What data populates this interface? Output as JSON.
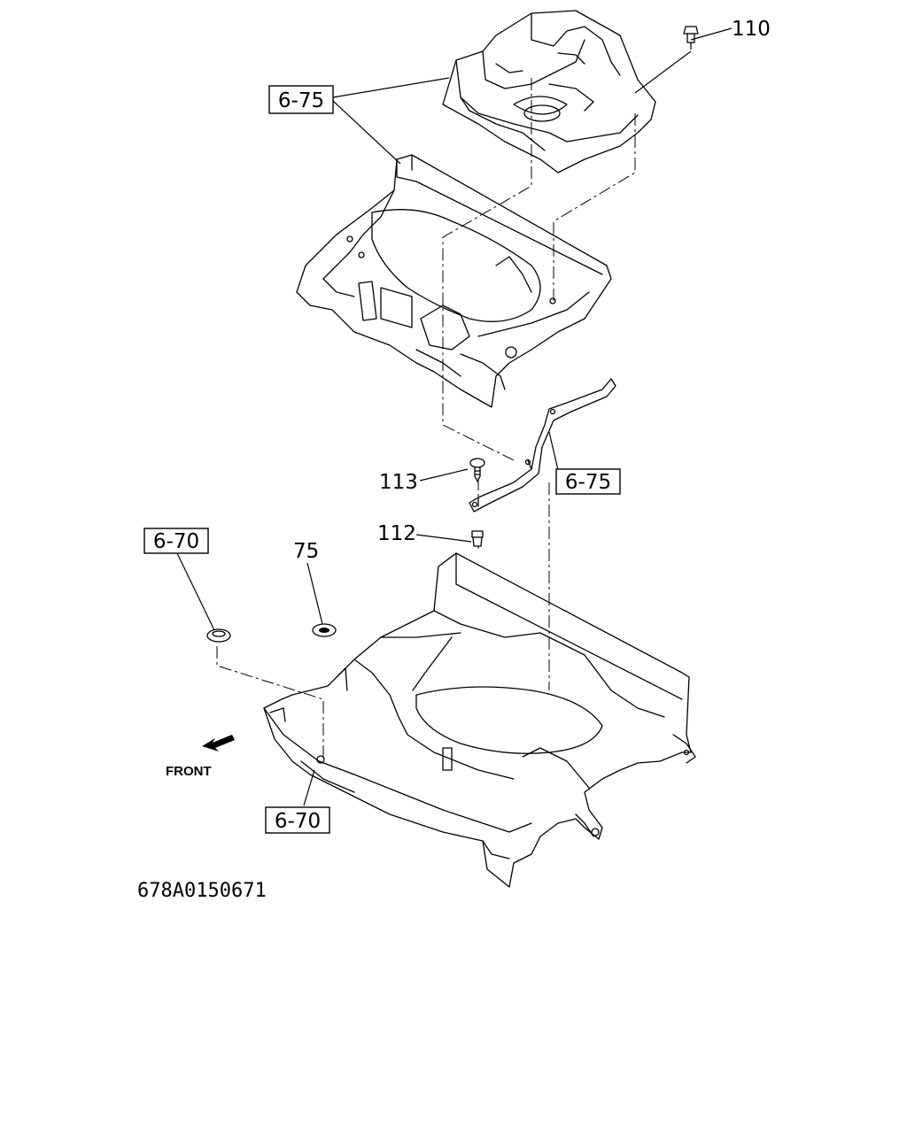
{
  "figure_code": "678A0150671",
  "direction": {
    "label": "FRONT",
    "icon": "arrow-left-down-icon"
  },
  "callouts": {
    "part_110": "110",
    "part_113": "113",
    "part_112": "112",
    "part_75": "75"
  },
  "references": {
    "ref_6_75_top": "6-75",
    "ref_6_75_mid": "6-75",
    "ref_6_70_left": "6-70",
    "ref_6_70_bottom": "6-70"
  }
}
